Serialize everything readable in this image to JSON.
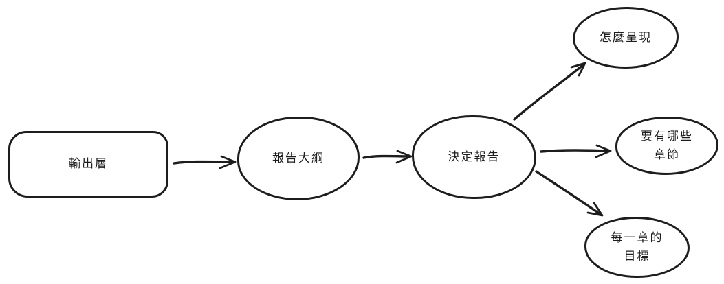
{
  "diagram": {
    "type": "flowchart",
    "style": "hand-drawn",
    "background_color": "#ffffff",
    "stroke_color": "#1d1d1d",
    "text_color": "#1d1d1d",
    "nodes": [
      {
        "id": "output-layer",
        "shape": "rounded-rectangle",
        "label": "輸出層"
      },
      {
        "id": "report-outline",
        "shape": "ellipse",
        "label": "報告大綱"
      },
      {
        "id": "decide-report",
        "shape": "ellipse",
        "label": "決定報告"
      },
      {
        "id": "how-to-present",
        "shape": "ellipse",
        "label": "怎麼呈現"
      },
      {
        "id": "which-chapters",
        "shape": "ellipse",
        "label": "要有哪些\n章節"
      },
      {
        "id": "chapter-goal",
        "shape": "ellipse",
        "label": "每一章的\n目標"
      }
    ],
    "edges": [
      {
        "from": "output-layer",
        "to": "report-outline",
        "style": "arrow"
      },
      {
        "from": "report-outline",
        "to": "decide-report",
        "style": "arrow"
      },
      {
        "from": "decide-report",
        "to": "how-to-present",
        "style": "arrow"
      },
      {
        "from": "decide-report",
        "to": "which-chapters",
        "style": "arrow"
      },
      {
        "from": "decide-report",
        "to": "chapter-goal",
        "style": "arrow"
      }
    ]
  }
}
